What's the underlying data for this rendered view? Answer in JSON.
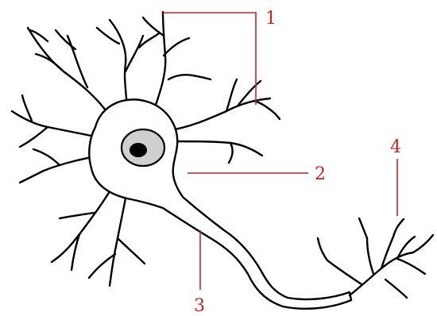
{
  "labels": [
    "1",
    "2",
    "3",
    "4"
  ],
  "colors": {
    "outline": "#000000",
    "leader": "#cc2222",
    "nucleus": "#cfcfcf",
    "nucleolus": "#000000"
  }
}
